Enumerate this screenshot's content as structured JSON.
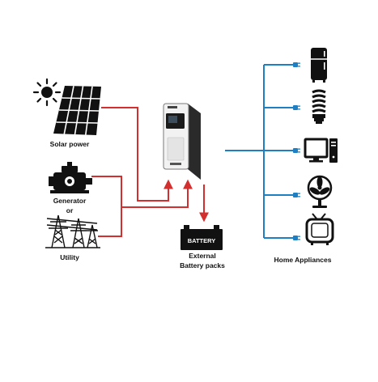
{
  "labels": {
    "solar": "Solar power",
    "generator": "Generator",
    "or": "or",
    "utility": "Utility",
    "external": "External",
    "battery_packs": "Battery packs",
    "home_appliances": "Home Appliances",
    "battery_text": "BATTERY"
  },
  "icons": {
    "sun": "sun-icon",
    "solar_panel": "solar-panel-icon",
    "generator": "generator-icon",
    "utility": "utility-tower-icon",
    "inverter": "inverter-icon",
    "battery": "battery-icon",
    "fridge": "refrigerator-icon",
    "bulb": "light-bulb-icon",
    "computer": "computer-icon",
    "fan": "fan-icon",
    "tv": "tv-icon",
    "plug": "plug-icon"
  },
  "colors": {
    "input_lines": "#d32f2f",
    "output_lines": "#1e7fc2",
    "icons": "#111111"
  }
}
